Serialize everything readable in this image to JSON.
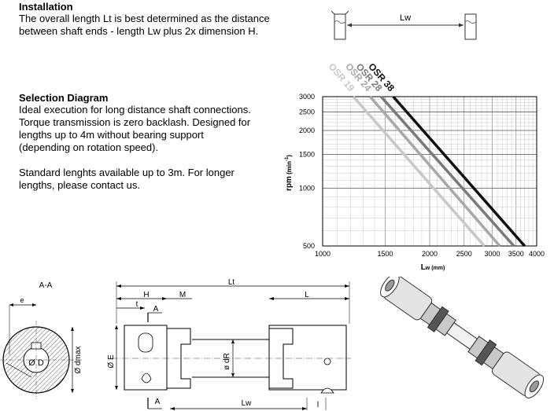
{
  "installation": {
    "heading": "Installation",
    "text": "The overall length Lt is best determined as the distance between shaft ends - length Lw plus 2x dimension H."
  },
  "selection": {
    "heading": "Selection Diagram",
    "para1": "Ideal execution for long distance shaft connections. Torque transmission is zero backlash. Designed for lengths up to 4m without bearing support (depending on rotation speed).",
    "para2": "Standard lenghts available up to 3m. For longer lengths, please contact us."
  },
  "top_sketch": {
    "label": "Lw"
  },
  "chart_data": {
    "type": "line",
    "xlabel_main": "L",
    "xlabel_sub": "w",
    "xlabel_unit": " (mm)",
    "ylabel_main": "rpm",
    "ylabel_unit": " (min",
    "ylabel_sup": "-1",
    "ylabel_close": ")",
    "x_scale": "log",
    "y_scale": "log",
    "xlim": [
      1000,
      4000
    ],
    "ylim": [
      500,
      3000
    ],
    "xticks": [
      1000,
      1500,
      2000,
      2500,
      3000,
      3500,
      4000
    ],
    "yticks": [
      500,
      1000,
      1500,
      2000,
      2500,
      3000
    ],
    "grid": true,
    "series": [
      {
        "name": "OSR 19",
        "color": "#c8c8c8",
        "points": [
          [
            1220,
            3000
          ],
          [
            2850,
            500
          ]
        ]
      },
      {
        "name": "OSR 24",
        "color": "#a8a8a8",
        "points": [
          [
            1360,
            3000
          ],
          [
            3150,
            500
          ]
        ]
      },
      {
        "name": "OSR 28",
        "color": "#7a7a7a",
        "points": [
          [
            1460,
            3000
          ],
          [
            3450,
            500
          ]
        ]
      },
      {
        "name": "OSR 38",
        "color": "#111111",
        "points": [
          [
            1580,
            3000
          ],
          [
            3700,
            500
          ]
        ]
      }
    ]
  },
  "section_drawing": {
    "title": "A-A",
    "e": "e",
    "D": "Ø D",
    "dmax": "Ø dmax"
  },
  "main_drawing": {
    "Lt": "Lt",
    "H": "H",
    "t": "t",
    "A_top": "A",
    "M": "M",
    "L": "L",
    "E": "Ø E",
    "dR": "ø dR",
    "A_bottom": "A",
    "Lw": "Lw",
    "l": "l"
  }
}
